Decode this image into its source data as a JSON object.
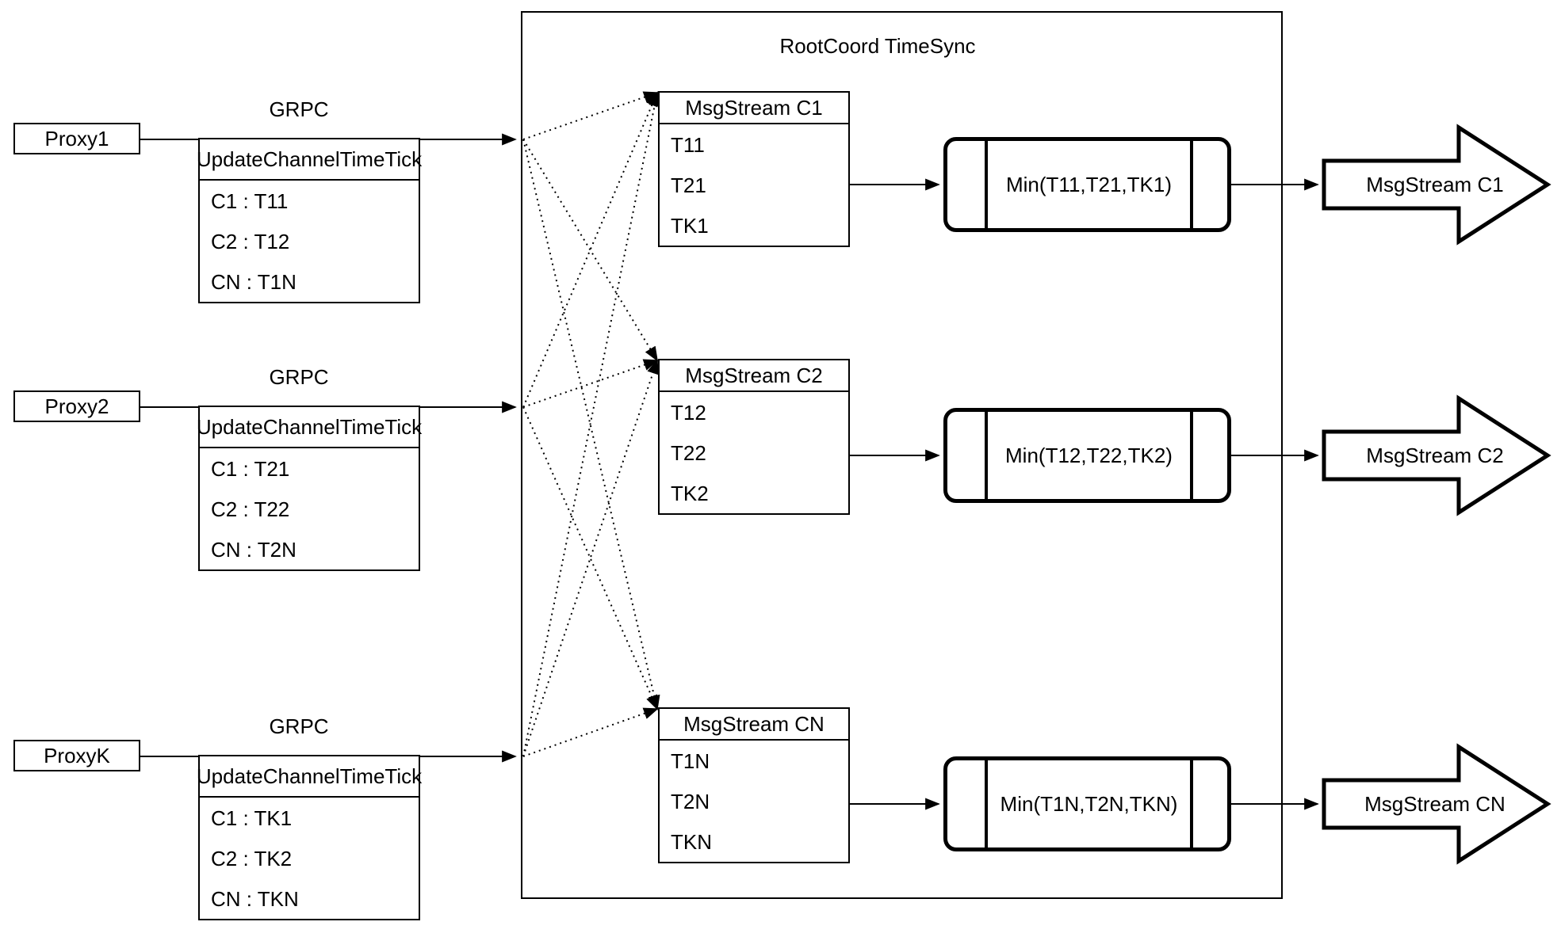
{
  "title": "RootCoord TimeSync",
  "rows": [
    {
      "grpc": "GRPC",
      "proxy": "Proxy1",
      "update_header": "UpdateChannelTimeTick",
      "update_rows": [
        "C1 :  T11",
        "C2 :  T12",
        "CN : T1N"
      ],
      "ms_header": "MsgStream C1",
      "ms_rows": [
        "T11",
        "T21",
        "TK1"
      ],
      "min": "Min(T11,T21,TK1)",
      "out": "MsgStream C1"
    },
    {
      "grpc": "GRPC",
      "proxy": "Proxy2",
      "update_header": "UpdateChannelTimeTick",
      "update_rows": [
        "C1 :  T21",
        "C2 :  T22",
        "CN : T2N"
      ],
      "ms_header": "MsgStream C2",
      "ms_rows": [
        "T12",
        "T22",
        "TK2"
      ],
      "min": "Min(T12,T22,TK2)",
      "out": "MsgStream C2"
    },
    {
      "grpc": "GRPC",
      "proxy": "ProxyK",
      "update_header": "UpdateChannelTimeTick",
      "update_rows": [
        "C1 :  TK1",
        "C2 :  TK2",
        "CN : TKN"
      ],
      "ms_header": "MsgStream CN",
      "ms_rows": [
        "T1N",
        "T2N",
        "TKN"
      ],
      "min": "Min(T1N,T2N,TKN)",
      "out": "MsgStream CN"
    }
  ],
  "colors": {
    "line": "#000000",
    "background": "#ffffff"
  }
}
